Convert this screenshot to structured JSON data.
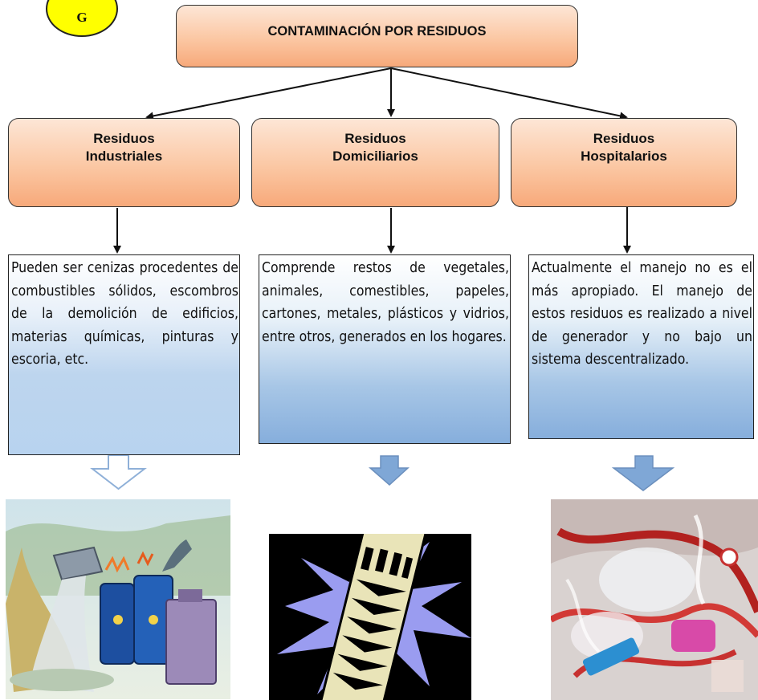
{
  "badge": {
    "label": "G"
  },
  "title": "CONTAMINACIÓN POR RESIDUOS",
  "categories": [
    {
      "line1": "Residuos",
      "line2": "Industriales",
      "description": "Pueden ser cenizas procedentes de combustibles sólidos, escombros de la demolición de edificios, materias químicas, pinturas y escoria, etc."
    },
    {
      "line1": "Residuos",
      "line2": "Domiciliarios",
      "description": "Comprende restos de vegetales, animales, comestibles, papeles, cartones, metales, plásticos y vidrios, entre otros, generados en los hogares."
    },
    {
      "line1": "Residuos",
      "line2": "Hospitalarios",
      "description": "Actualmente el manejo no es el más apropiado. El manejo de estos residuos es realizado a nivel de generador y no bajo un sistema descentralizado."
    }
  ],
  "colors": {
    "box_fill": "#fbc7a3",
    "description_fill": "#a7c6e6",
    "arrow_outline": "#a7c6e6",
    "arrow_solid": "#7fa7d6",
    "badge_fill": "#ffff00"
  },
  "images": [
    {
      "icon": "industrial-waste-clipart"
    },
    {
      "icon": "trash-can-tower-clipart"
    },
    {
      "icon": "medical-waste-photo"
    }
  ]
}
